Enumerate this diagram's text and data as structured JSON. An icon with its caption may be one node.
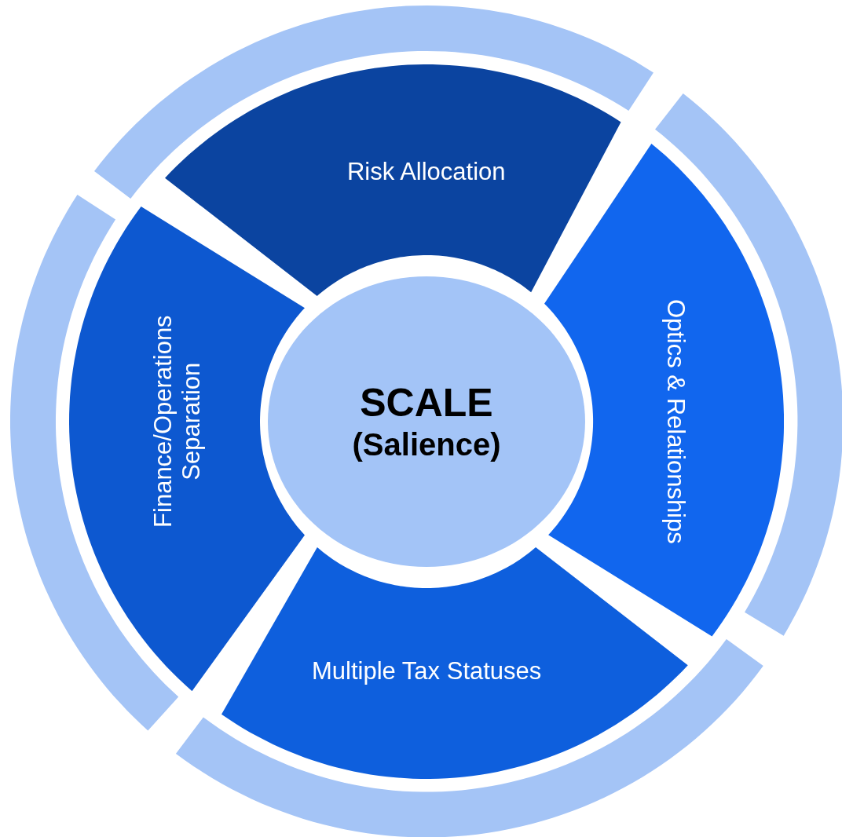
{
  "diagram": {
    "nodes": [
      {
        "text": [
          "Risk Allocation"
        ]
      },
      {
        "text": [
          "Finance/Operations Separation"
        ]
      },
      {
        "text": [
          "SCALE",
          "(Salience)"
        ]
      },
      {
        "text": [
          "Optics & Relationships"
        ]
      },
      {
        "text": [
          "Multiple Tax Statuses"
        ]
      },
      {
        "text": [],
        "shape": "band"
      },
      {
        "text": [],
        "shape": "band"
      },
      {
        "text": [],
        "shape": "band"
      },
      {
        "text": [],
        "shape": "band"
      }
    ],
    "edges": []
  }
}
